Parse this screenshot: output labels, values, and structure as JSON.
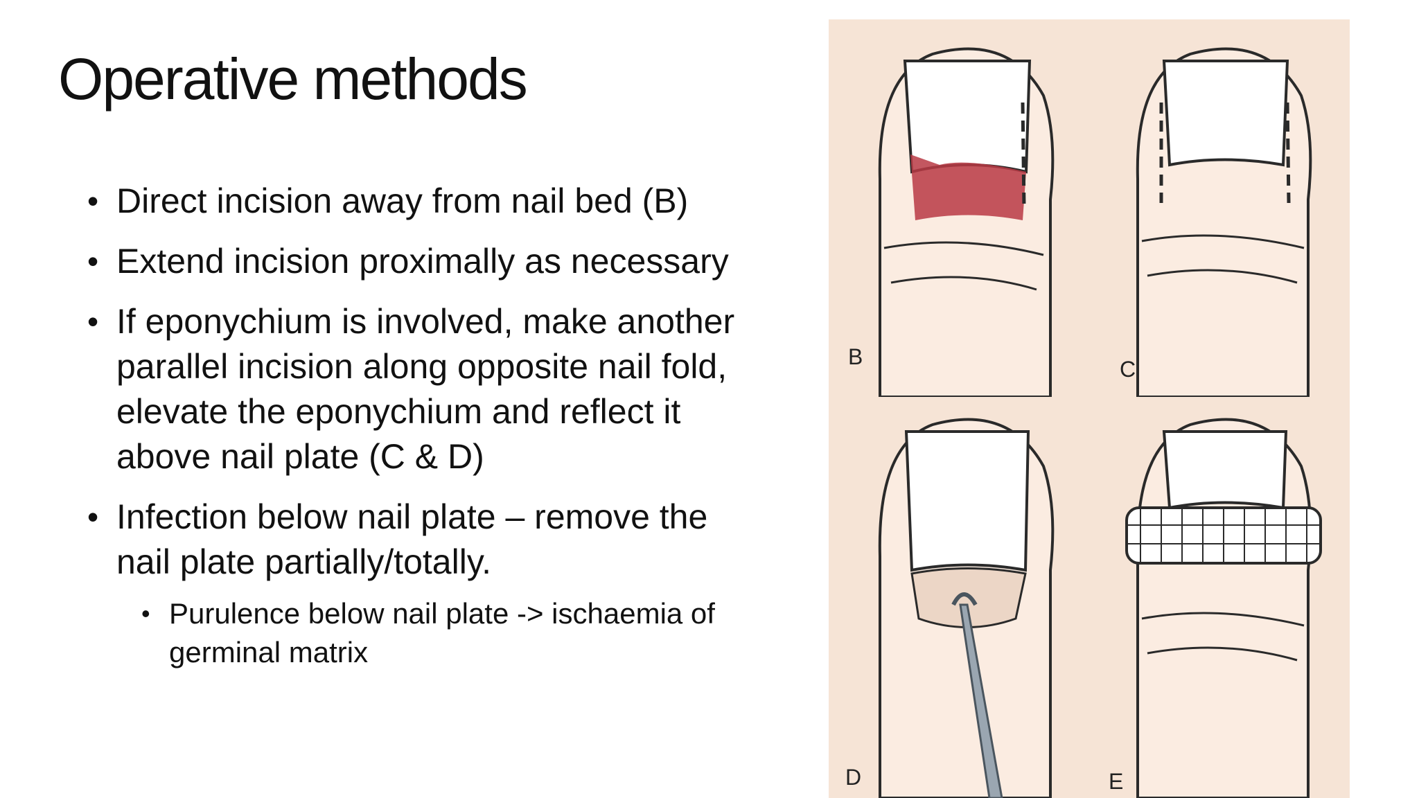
{
  "slide": {
    "title": "Operative methods",
    "bullets": [
      {
        "text": "Direct incision away from nail bed (B)"
      },
      {
        "text": "Extend incision proximally as necessary"
      },
      {
        "text": "If eponychium is involved, make another parallel incision along opposite nail fold, elevate the eponychium and reflect it above nail plate (C & D)"
      },
      {
        "text": "Infection below nail plate – remove the nail plate partially/totally."
      }
    ],
    "sub_bullets": [
      {
        "text": "Purulence below nail plate -> ischaemia of germinal matrix"
      }
    ]
  },
  "figure": {
    "panels": [
      {
        "label": "B",
        "icon": "finger-incision-b"
      },
      {
        "label": "C",
        "icon": "finger-incision-c"
      },
      {
        "label": "D",
        "icon": "finger-eponychium-elevated-d"
      },
      {
        "label": "E",
        "icon": "finger-gauze-dressing-e"
      }
    ],
    "colors": {
      "skin": "#f6e4d6",
      "ink": "#2a2a2a",
      "incision_fill": "#b83a44",
      "instrument": "#9aa6b1"
    }
  }
}
